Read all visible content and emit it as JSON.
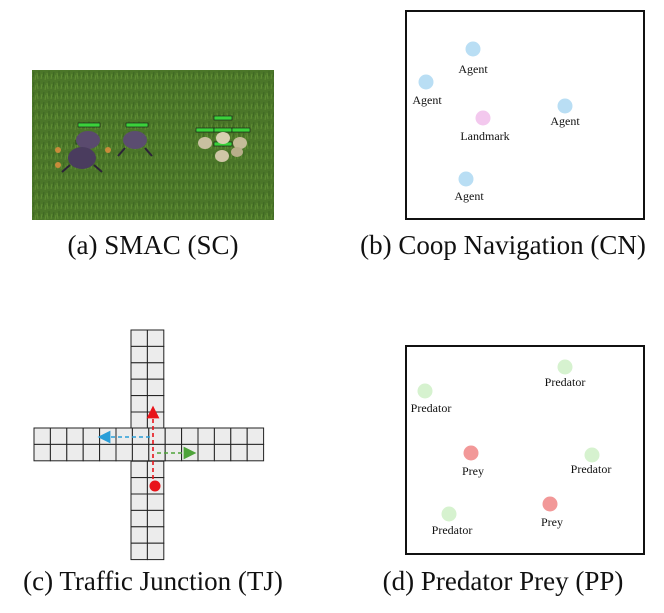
{
  "captions": {
    "a": "(a) SMAC (SC)",
    "b": "(b) Coop Navigation (CN)",
    "c": "(c) Traffic Junction (TJ)",
    "d": "(d) Predator Prey (PP)"
  },
  "coop_navigation": {
    "agent_label": "Agent",
    "landmark_label": "Landmark",
    "agent_color": "#b9def4",
    "landmark_color": "#f3c8ee"
  },
  "predator_prey": {
    "predator_label": "Predator",
    "prey_label": "Prey",
    "predator_color": "#d6f2cf",
    "prey_color": "#f29898"
  },
  "traffic_junction": {
    "car_color": "#e8141a",
    "route_colors": [
      "#e8141a",
      "#2a9ed8",
      "#4ea33a"
    ]
  },
  "smac": {
    "terrain_color": "#4f7a2b",
    "health_bar_color": "#3bd13b"
  }
}
